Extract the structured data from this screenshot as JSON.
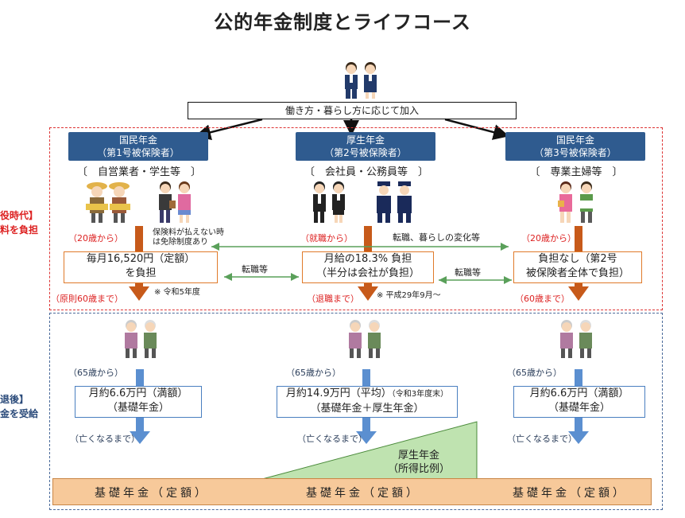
{
  "title": "公的年金制度とライフコース",
  "top_box": "働き方・暮らし方に応じて加入",
  "left_side": {
    "working_line1": "役時代】",
    "working_line2": "料を負担",
    "retired_line1": "退後】",
    "retired_line2": "金を受給"
  },
  "columns": [
    {
      "header_line1": "国民年金",
      "header_line2": "（第1号被保険者）",
      "bracket": "自営業者・学生等",
      "start": "（20歳から）",
      "box_line1": "毎月16,520円（定額）",
      "box_line2": "を負担",
      "note": "※ 令和5年度",
      "end": "（原則60歳まで）",
      "pension_start": "（65歳から）",
      "pension_line1": "月約6.6万円（満額）",
      "pension_line2": "（基礎年金）",
      "pension_end": "（亡くなるまで）"
    },
    {
      "header_line1": "厚生年金",
      "header_line2": "（第2号被保険者）",
      "bracket": "会社員・公務員等",
      "start": "（就職から）",
      "box_line1": "月給の18.3% 負担",
      "box_line2": "（半分は会社が負担）",
      "note": "※ 平成29年9月～",
      "end": "（退職まで）",
      "pension_start": "（65歳から）",
      "pension_line1": "月約14.9万円（平均）",
      "pension_line1_small": "（令和3年度末）",
      "pension_line2": "（基礎年金＋厚生年金）",
      "pension_end": "（亡くなるまで）"
    },
    {
      "header_line1": "国民年金",
      "header_line2": "（第3号被保険者）",
      "bracket": "専業主婦等",
      "start": "（20歳から）",
      "box_line1": "負担なし（第2号",
      "box_line2": "被保険者全体で負担）",
      "end": "（60歳まで）",
      "pension_start": "（65歳から）",
      "pension_line1": "月約6.6万円（満額）",
      "pension_line2": "（基礎年金）",
      "pension_end": "（亡くなるまで）"
    }
  ],
  "exemption_note_line1": "保険料が払えない時",
  "exemption_note_line2": "は免除制度あり",
  "transfer_1_2": "転職等",
  "transfer_2_3": "転職等",
  "transfer_long": "転職、暮らしの変化等",
  "kosei_line1": "厚生年金",
  "kosei_line2": "（所得比例）",
  "kiso_label": "基礎年金（定額）",
  "colors": {
    "header": "#2f5b8f",
    "red_dash": "#dd3333",
    "blue_dash": "#4a6a9a",
    "orange": "#e07a2a",
    "blue_arrow": "#5b8fd0",
    "green": "#bfe3b0",
    "kiso": "#f7c99a"
  }
}
